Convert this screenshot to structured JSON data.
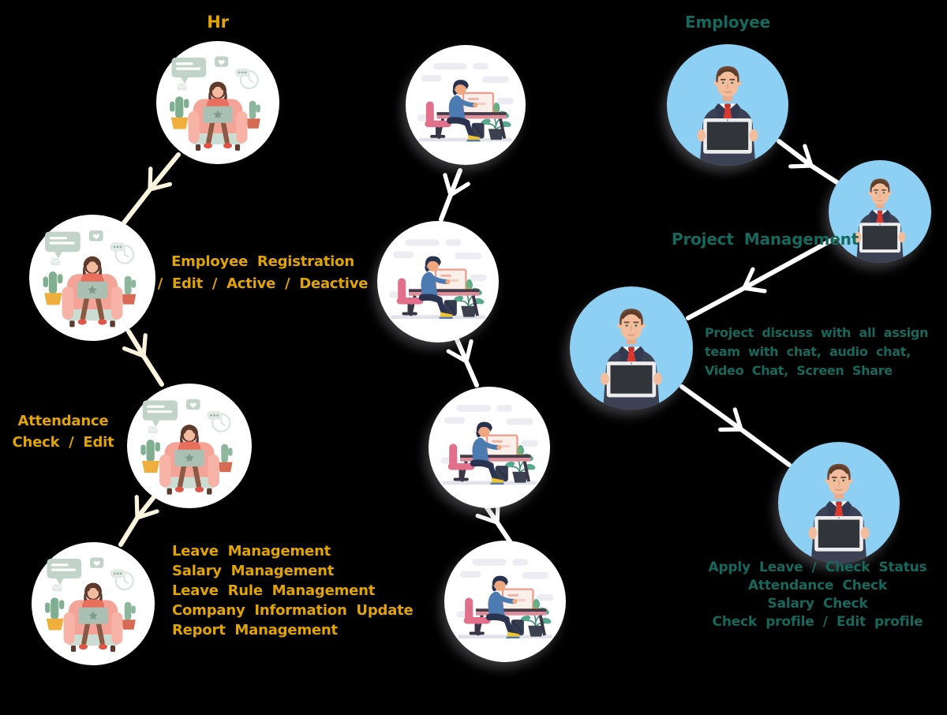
{
  "hr": {
    "title": "Hr",
    "registration": [
      "Employee Registration",
      "/ Edit / Active / Deactive"
    ],
    "attendance": [
      "Attendance",
      "Check / Edit"
    ],
    "management": [
      "Leave Management",
      "Salary Management",
      "Leave Rule Management",
      "Company Information Update",
      "Report Management"
    ]
  },
  "employee": {
    "title": "Employee",
    "project": "Project Management",
    "discuss": [
      "Project discuss with all assign",
      "team with chat, audio chat,",
      "Video Chat, Screen Share"
    ],
    "self_service": [
      "Apply Leave / Check Status",
      "Attendance Check",
      "Salary Check",
      "Check profile / Edit profile"
    ]
  },
  "colors": {
    "background": "#000000",
    "hr_text": "#E2A402",
    "employee_text": "#17685C",
    "hr_arrow": "#FAF3DE",
    "flow_arrow": "#FFFFFF",
    "employee_circle": "#8DD0F3",
    "step_circle": "#FFFFFF"
  }
}
